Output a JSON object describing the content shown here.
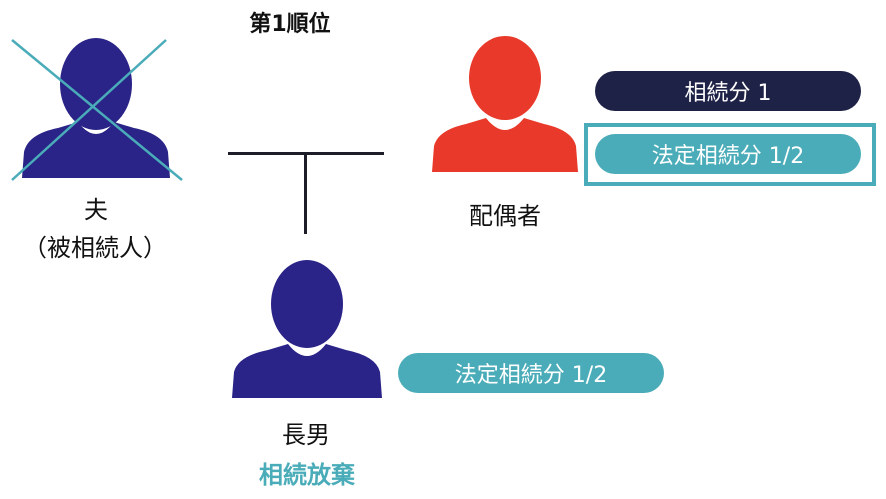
{
  "title": "第1順位",
  "colors": {
    "heir_navy": "#2a2388",
    "spouse_red": "#e8392a",
    "teal": "#4aacb8",
    "dark_navy": "#1f2247",
    "cross": "#4aacb8"
  },
  "husband": {
    "label": "夫",
    "sublabel": "（被相続人）",
    "icon": "person-icon-crossed"
  },
  "spouse": {
    "label": "配偶者",
    "icon": "person-icon",
    "share_actual": "相続分 1",
    "share_legal": "法定相続分 1/2"
  },
  "son": {
    "label": "長男",
    "status": "相続放棄",
    "icon": "person-icon",
    "share_legal": "法定相続分 1/2"
  }
}
